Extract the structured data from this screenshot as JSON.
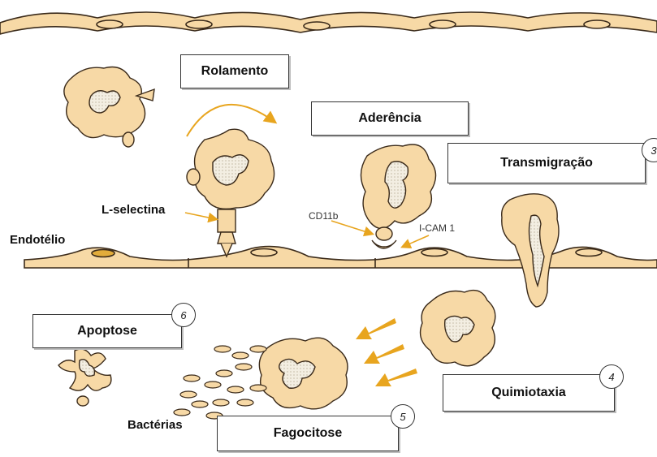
{
  "colors": {
    "cell_fill": "#f7d9a6",
    "cell_stroke": "#3a2a1a",
    "nucleus_fill": "#f3eee2",
    "arrow": "#e8a51f",
    "organelle": "#e2ac3b",
    "line": "#333333"
  },
  "steps": {
    "rolamento": "Rolamento",
    "aderencia": "Aderência",
    "transmigracao": "Transmigração",
    "quimiotaxia": "Quimiotaxia",
    "fagocitose": "Fagocitose",
    "apoptose": "Apoptose"
  },
  "numbers": {
    "transmigracao": "3",
    "quimiotaxia": "4",
    "fagocitose": "5",
    "apoptose": "6"
  },
  "labels": {
    "l_selectina": "L-selectina",
    "endotelio": "Endotélio",
    "cd11b": "CD11b",
    "icam": "I-CAM 1",
    "bacterias": "Bactérias"
  }
}
